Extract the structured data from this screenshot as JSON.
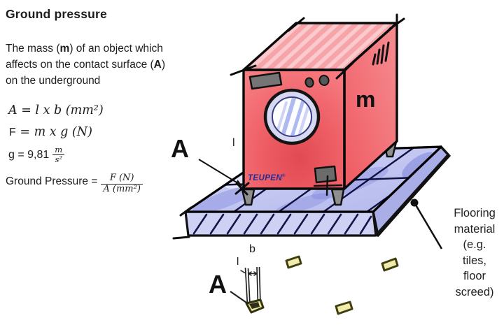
{
  "title": "Ground pressure",
  "intro": {
    "part1": "The mass (",
    "bold1": "m",
    "part2": ") of an object which affects on the contact surface (",
    "bold2": "A",
    "part3": ") on the underground"
  },
  "formulas": {
    "area": "A = l x b (mm²)",
    "force_lhs": "F",
    "force_rhs": " = m x g (N)",
    "gravity_lhs": "g = 9,81",
    "gravity_num": "m",
    "gravity_den": "s²",
    "pressure_lhs": "Ground Pressure =",
    "pressure_num": "F (N)",
    "pressure_den": "A (mm²)"
  },
  "machine": {
    "mass_label": "m",
    "contact_label": "A",
    "length_label": "l",
    "brand": "TEUPEN",
    "registered_mark": "®"
  },
  "flooring_note": {
    "lines": [
      "Flooring",
      "material",
      "(e.g.",
      "tiles,",
      "floor",
      "screed)"
    ]
  },
  "foot_detail": {
    "width_label": "b",
    "length_label": "l",
    "area_label": "A"
  },
  "colors": {
    "machine_front": "#ef6168",
    "machine_top": "#f7a6aa",
    "tile_blue": "#c9cbf1",
    "grout_navy": "#101040",
    "brand_blue": "#252d94",
    "footprint_yellow": "#f1ecae",
    "text": "#1d1d1d"
  }
}
